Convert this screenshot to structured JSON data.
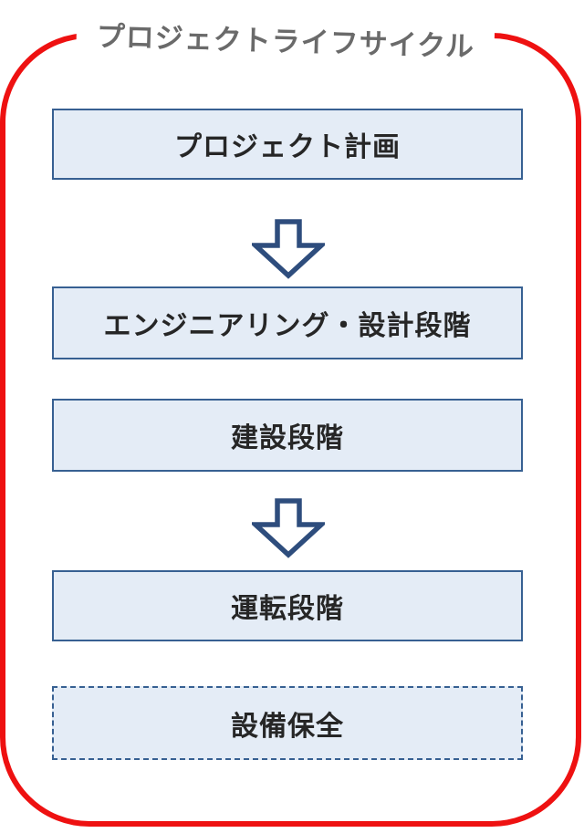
{
  "title": "プロジェクトライフサイクル",
  "boxes": [
    {
      "id": "project-plan",
      "label": "プロジェクト計画",
      "border_style": "solid"
    },
    {
      "id": "engineering-design-phase",
      "label": "エンジニアリング・設計段階",
      "border_style": "solid"
    },
    {
      "id": "construction-phase",
      "label": "建設段階",
      "border_style": "solid"
    },
    {
      "id": "operation-phase",
      "label": "運転段階",
      "border_style": "solid"
    },
    {
      "id": "equipment-maintenance",
      "label": "設備保全",
      "border_style": "dashed"
    }
  ],
  "arrows": [
    {
      "direction": "down",
      "from": "プロジェクト計画",
      "to": "エンジニアリング・設計段階"
    },
    {
      "direction": "down",
      "from": "建設段階",
      "to": "運転段階"
    }
  ],
  "colors": {
    "background": "#ffffff",
    "outline_red": "#ee1111",
    "box_fill": "#e4ecf6",
    "box_border": "#376092",
    "arrow_outline": "#2e4d7d",
    "arrow_fill": "#ffffff",
    "title_text": "#6a6a6a",
    "box_text": "#262626"
  }
}
